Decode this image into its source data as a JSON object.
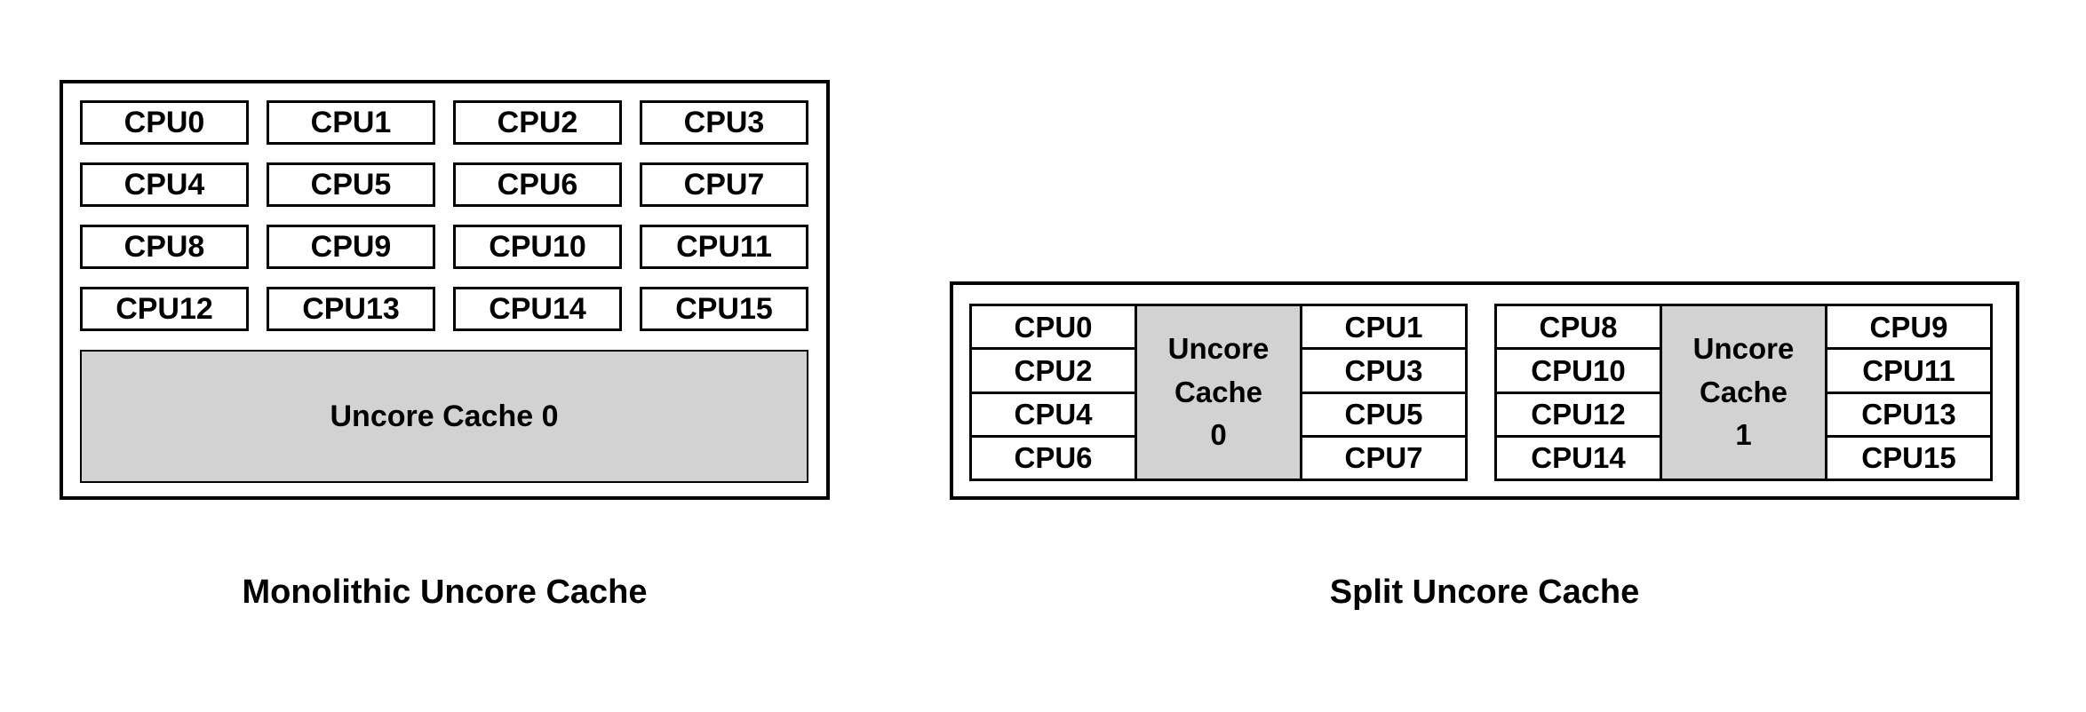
{
  "colors": {
    "background": "#ffffff",
    "border": "#000000",
    "cache_fill": "#d2d2d2",
    "text": "#000000"
  },
  "monolithic": {
    "caption": "Monolithic Uncore Cache",
    "cpus": [
      "CPU0",
      "CPU1",
      "CPU2",
      "CPU3",
      "CPU4",
      "CPU5",
      "CPU6",
      "CPU7",
      "CPU8",
      "CPU9",
      "CPU10",
      "CPU11",
      "CPU12",
      "CPU13",
      "CPU14",
      "CPU15"
    ],
    "cache_label": "Uncore Cache 0"
  },
  "split": {
    "caption": "Split Uncore Cache",
    "clusters": [
      {
        "left_cpus": [
          "CPU0",
          "CPU2",
          "CPU4",
          "CPU6"
        ],
        "cache_lines": [
          "Uncore",
          "Cache",
          "0"
        ],
        "right_cpus": [
          "CPU1",
          "CPU3",
          "CPU5",
          "CPU7"
        ]
      },
      {
        "left_cpus": [
          "CPU8",
          "CPU10",
          "CPU12",
          "CPU14"
        ],
        "cache_lines": [
          "Uncore",
          "Cache",
          "1"
        ],
        "right_cpus": [
          "CPU9",
          "CPU11",
          "CPU13",
          "CPU15"
        ]
      }
    ]
  }
}
